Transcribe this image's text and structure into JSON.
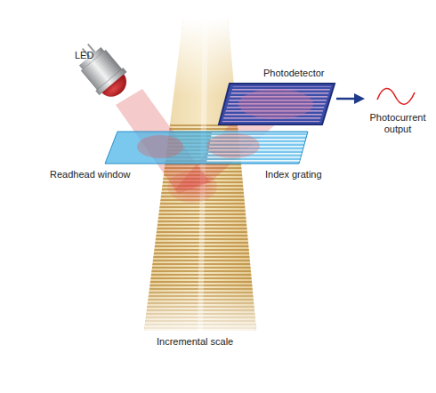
{
  "diagram": {
    "labels": [
      "LED",
      "Photodetector",
      "Photocurrent output",
      "Readhead window",
      "Index grating",
      "Incremental scale"
    ]
  }
}
